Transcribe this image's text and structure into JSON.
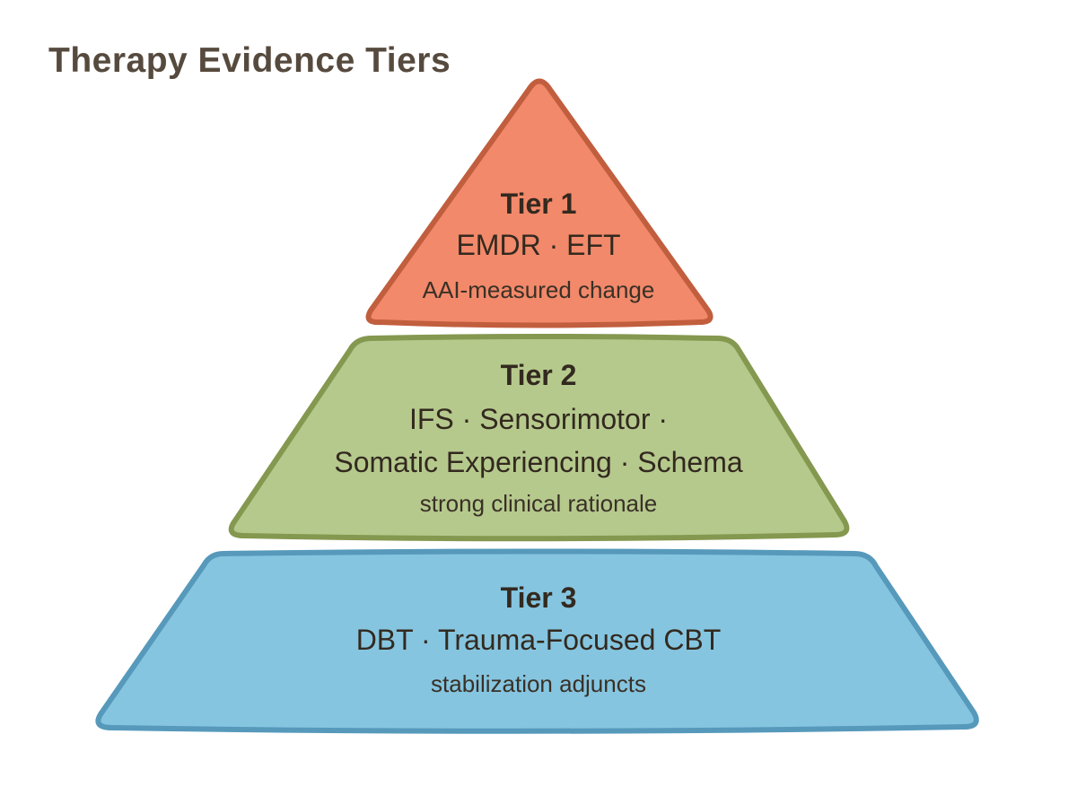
{
  "title": "Therapy Evidence Tiers",
  "colors": {
    "background": "#FFFFFF",
    "title_text": "#564A3E",
    "tier_text": "#33291F"
  },
  "tiers": [
    {
      "heading": "Tier 1",
      "lines": [
        "EMDR · EFT"
      ],
      "note": "AAI-measured change",
      "fill": "#F1896A",
      "border": "#C15E3E"
    },
    {
      "heading": "Tier 2",
      "lines": [
        "IFS · Sensorimotor ·",
        "Somatic Experiencing · Schema"
      ],
      "note": "strong clinical rationale",
      "fill": "#B5C98D",
      "border": "#84984F"
    },
    {
      "heading": "Tier 3",
      "lines": [
        "DBT · Trauma-Focused CBT"
      ],
      "note": "stabilization adjuncts",
      "fill": "#85C5E0",
      "border": "#5699BB"
    }
  ]
}
